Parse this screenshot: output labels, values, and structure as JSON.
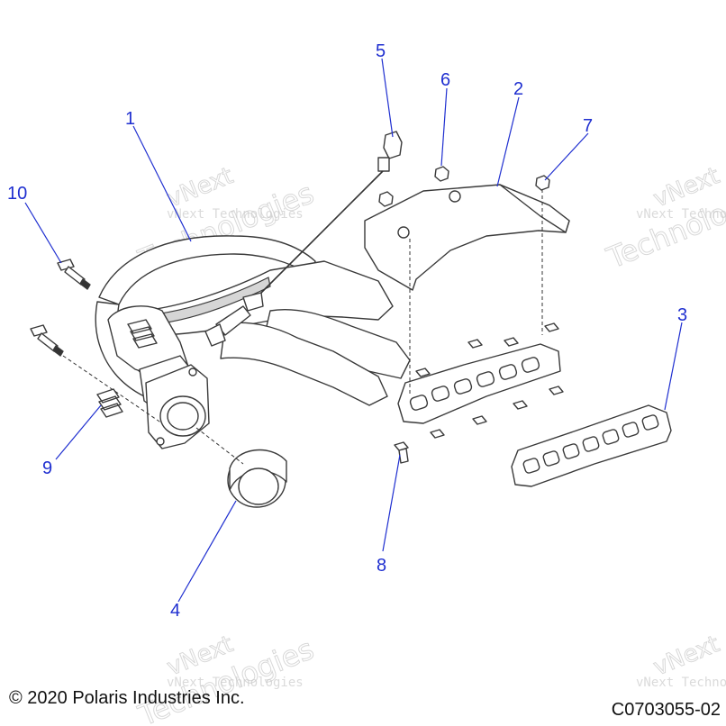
{
  "callouts": [
    {
      "number": "1"
    },
    {
      "number": "2"
    },
    {
      "number": "3"
    },
    {
      "number": "4"
    },
    {
      "number": "5"
    },
    {
      "number": "6"
    },
    {
      "number": "7"
    },
    {
      "number": "8"
    },
    {
      "number": "9"
    },
    {
      "number": "10"
    }
  ],
  "watermark": {
    "line1": "vNext Technologies",
    "line2": "Technologies",
    "line3": "vNext"
  },
  "footer": {
    "copyright": "© 2020 Polaris Industries Inc.",
    "drawing_code": "C0703055-02"
  },
  "colors": {
    "callout": "#1f2fd0",
    "line_art": "#3a3a3a"
  }
}
